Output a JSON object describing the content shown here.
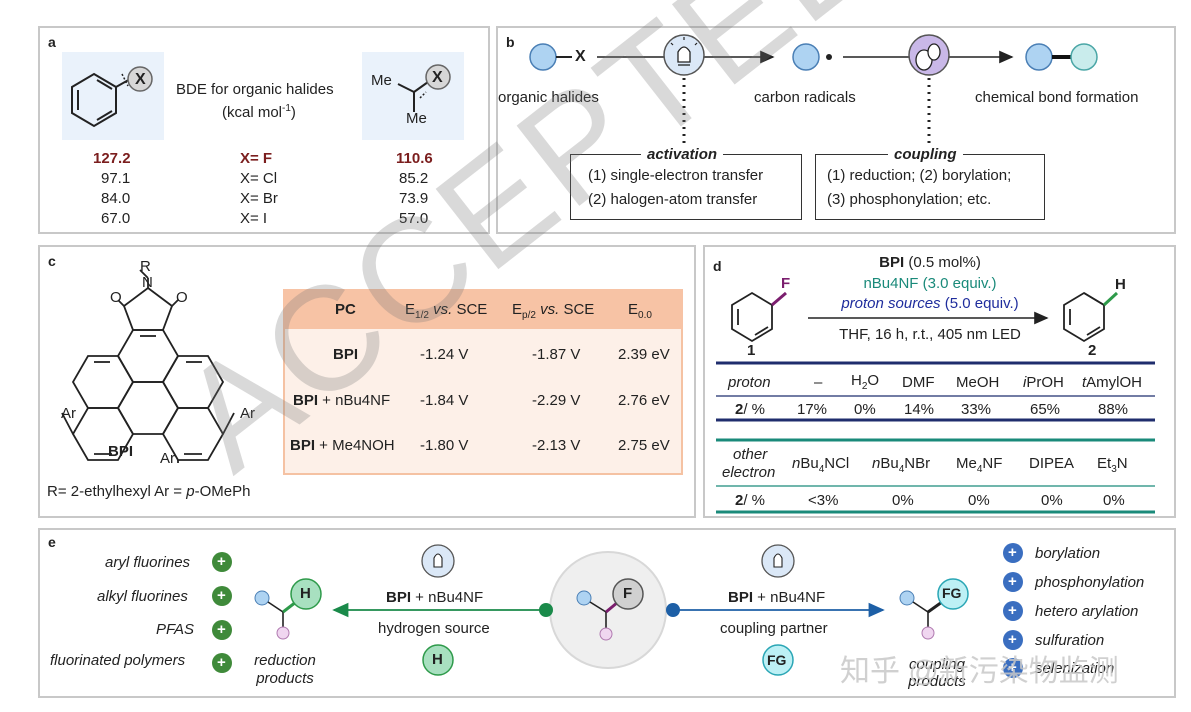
{
  "panel_a": {
    "label": "a",
    "x_atom": "X",
    "me_top": "Me",
    "me_bottom": "Me",
    "title_line1": "BDE for organic halides",
    "title_line2": "(kcal mol",
    "title_sup": "-1",
    "title_end": ")",
    "rows": [
      {
        "aryl": "127.2",
        "halide": "X= F",
        "alkyl": "110.6"
      },
      {
        "aryl": "97.1",
        "halide": "X= Cl",
        "alkyl": "85.2"
      },
      {
        "aryl": "84.0",
        "halide": "X= Br",
        "alkyl": "73.9"
      },
      {
        "aryl": "67.0",
        "halide": "X= I",
        "alkyl": "57.0"
      }
    ]
  },
  "panel_b": {
    "label": "b",
    "x_atom": "X",
    "organic_halides": "organic halides",
    "carbon_radicals": "carbon radicals",
    "bond_formation": "chemical bond formation",
    "activation_title": "activation",
    "activation_1": "(1) single-electron transfer",
    "activation_2": "(2) halogen-atom transfer",
    "coupling_title": "coupling",
    "coupling_1": "(1) reduction; (2) borylation;",
    "coupling_2": "(3) phosphonylation; etc."
  },
  "panel_c": {
    "label": "c",
    "r_label": "R",
    "n_label": "N",
    "o_label": "O",
    "ar_label": "Ar",
    "bpi_label": "BPI",
    "footnote_1": "R= 2-ethylhexyl  Ar = ",
    "footnote_2": "p",
    "footnote_3": "-OMePh",
    "headers": {
      "pc": "PC",
      "e12_a": "E",
      "e12_sub": "1/2",
      "e12_b": " vs. ",
      "e12_c": "SCE",
      "ep2_a": "E",
      "ep2_sub": "p/2",
      "ep2_b": " vs. ",
      "ep2_c": "SCE",
      "e00_a": "E",
      "e00_sub": "0.0"
    },
    "rows": [
      {
        "pc_b": "BPI",
        "pc_rest": "",
        "e12": "-1.24 V",
        "ep2": "-1.87 V",
        "e00": "2.39 eV"
      },
      {
        "pc_b": "BPI",
        "pc_rest": " + nBu4NF",
        "e12": "-1.84 V",
        "ep2": "-2.29 V",
        "e00": "2.76 eV"
      },
      {
        "pc_b": "BPI",
        "pc_rest": " + Me4NOH",
        "e12": "-1.80 V",
        "ep2": "-2.13 V",
        "e00": "2.75 eV"
      }
    ]
  },
  "panel_d": {
    "label": "d",
    "f_atom": "F",
    "h_atom": "H",
    "cond_1a": "BPI",
    "cond_1b": " (0.5 mol%)",
    "cond_2": "nBu4NF (3.0 equiv.)",
    "cond_3a": "proton sources",
    "cond_3b": " (5.0 equiv.)",
    "cond_4": "THF, 16 h, r.t., 405 nm LED",
    "cmpd_1": "1",
    "cmpd_2": "2",
    "proton_row_label": "proton",
    "proton_sources": [
      "–",
      "H2O",
      "DMF",
      "MeOH",
      "iPrOH",
      "tAmylOH"
    ],
    "proton_yields": [
      "17%",
      "0%",
      "14%",
      "33%",
      "65%",
      "88%"
    ],
    "yield_label_b": "2",
    "yield_label_rest": "/ %",
    "electron_label_1": "other",
    "electron_label_2": "electron",
    "electron_sources": [
      "nBu4NCl",
      "nBu4NBr",
      "Me4NF",
      "DIPEA",
      "Et3N"
    ],
    "electron_yields": [
      "<3%",
      "0%",
      "0%",
      "0%",
      "0%"
    ]
  },
  "panel_e": {
    "label": "e",
    "left_items": [
      "aryl fluorines",
      "alkyl fluorines",
      "PFAS",
      "fluorinated polymers"
    ],
    "right_items": [
      "borylation",
      "phosphonylation",
      "hetero arylation",
      "sulfuration",
      "selenization"
    ],
    "h_atom": "H",
    "f_atom": "F",
    "fg_atom": "FG",
    "left_cond_b": "BPI",
    "left_cond_rest": " + nBu4NF",
    "left_cond_2": "hydrogen source",
    "right_cond_b": "BPI",
    "right_cond_rest": " + nBu4NF",
    "right_cond_2": "coupling partner",
    "reduction_1": "reduction",
    "reduction_2": "products",
    "coupling_1": "coupling",
    "coupling_2": "products",
    "plus": "+"
  },
  "watermarks": {
    "main": "ACCEPTED ARTICLE PREVIEW",
    "corner": "知乎 @新污染物监测"
  }
}
